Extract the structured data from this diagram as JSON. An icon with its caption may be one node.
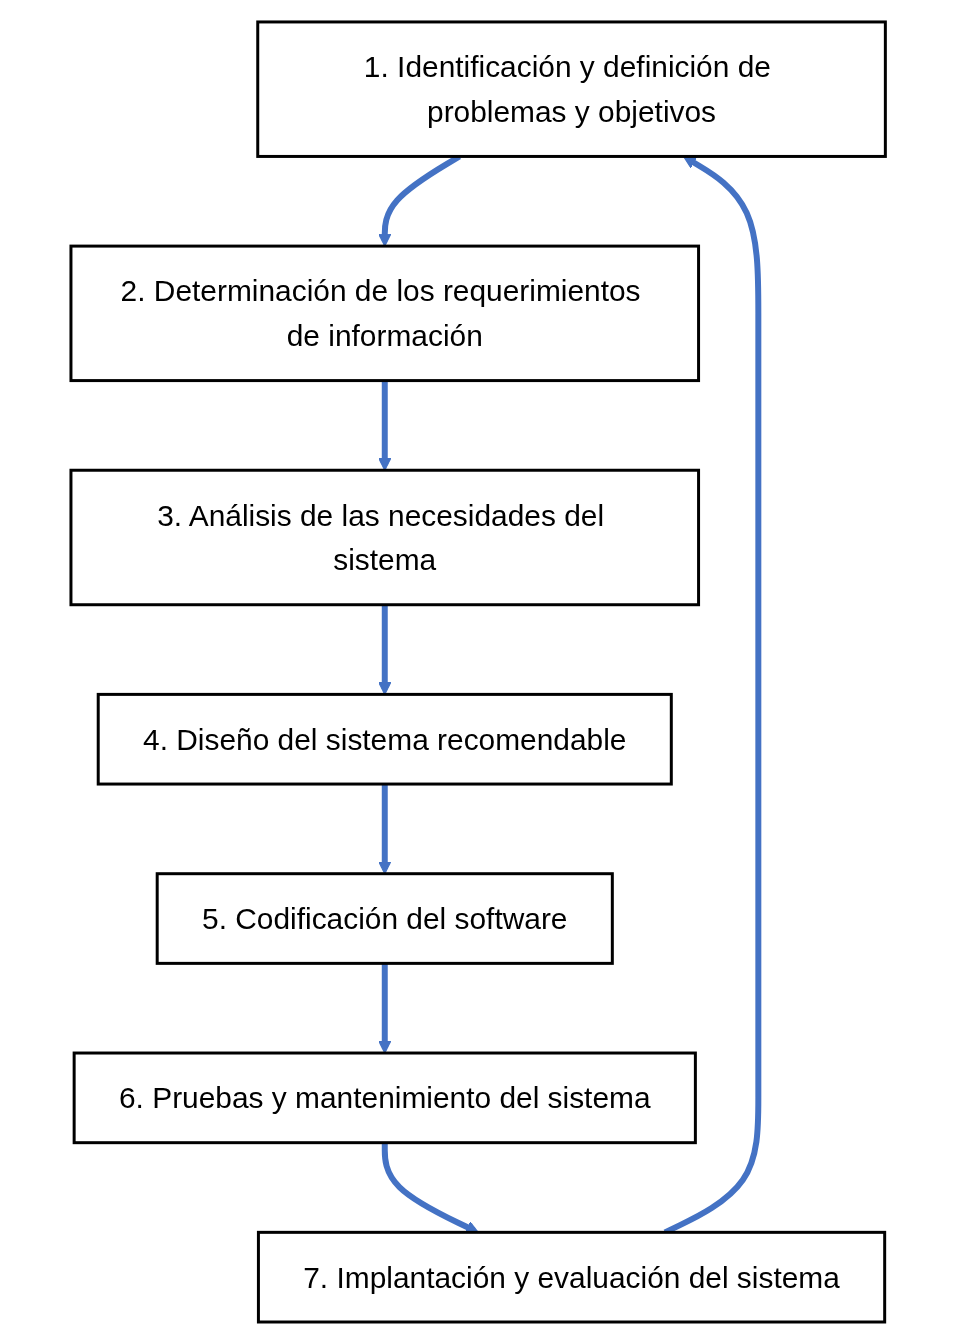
{
  "diagram": {
    "nodes": [
      {
        "text": [
          "1. Identificación y definición de problemas y objetivos"
        ]
      },
      {
        "text": [
          "2. Determinación de los requerimientos de información"
        ]
      },
      {
        "text": [
          "3. Análisis de las necesidades del sistema"
        ]
      },
      {
        "text": [
          "4. Diseño del sistema recomendable"
        ]
      },
      {
        "text": [
          "5. Codificación del software"
        ]
      },
      {
        "text": [
          "6. Pruebas y mantenimiento del sistema"
        ]
      },
      {
        "text": [
          "7. Implantación y evaluación del sistema"
        ]
      }
    ],
    "edges": [
      {
        "from": 0,
        "to": 1,
        "arrow": "to"
      },
      {
        "from": 1,
        "to": 2,
        "arrow": "to"
      },
      {
        "from": 2,
        "to": 3,
        "arrow": "to"
      },
      {
        "from": 3,
        "to": 4,
        "arrow": "to"
      },
      {
        "from": 4,
        "to": 5,
        "arrow": "to"
      },
      {
        "from": 5,
        "to": 6,
        "arrow": "to"
      },
      {
        "from": 6,
        "to": 0,
        "arrow": "to"
      }
    ]
  }
}
